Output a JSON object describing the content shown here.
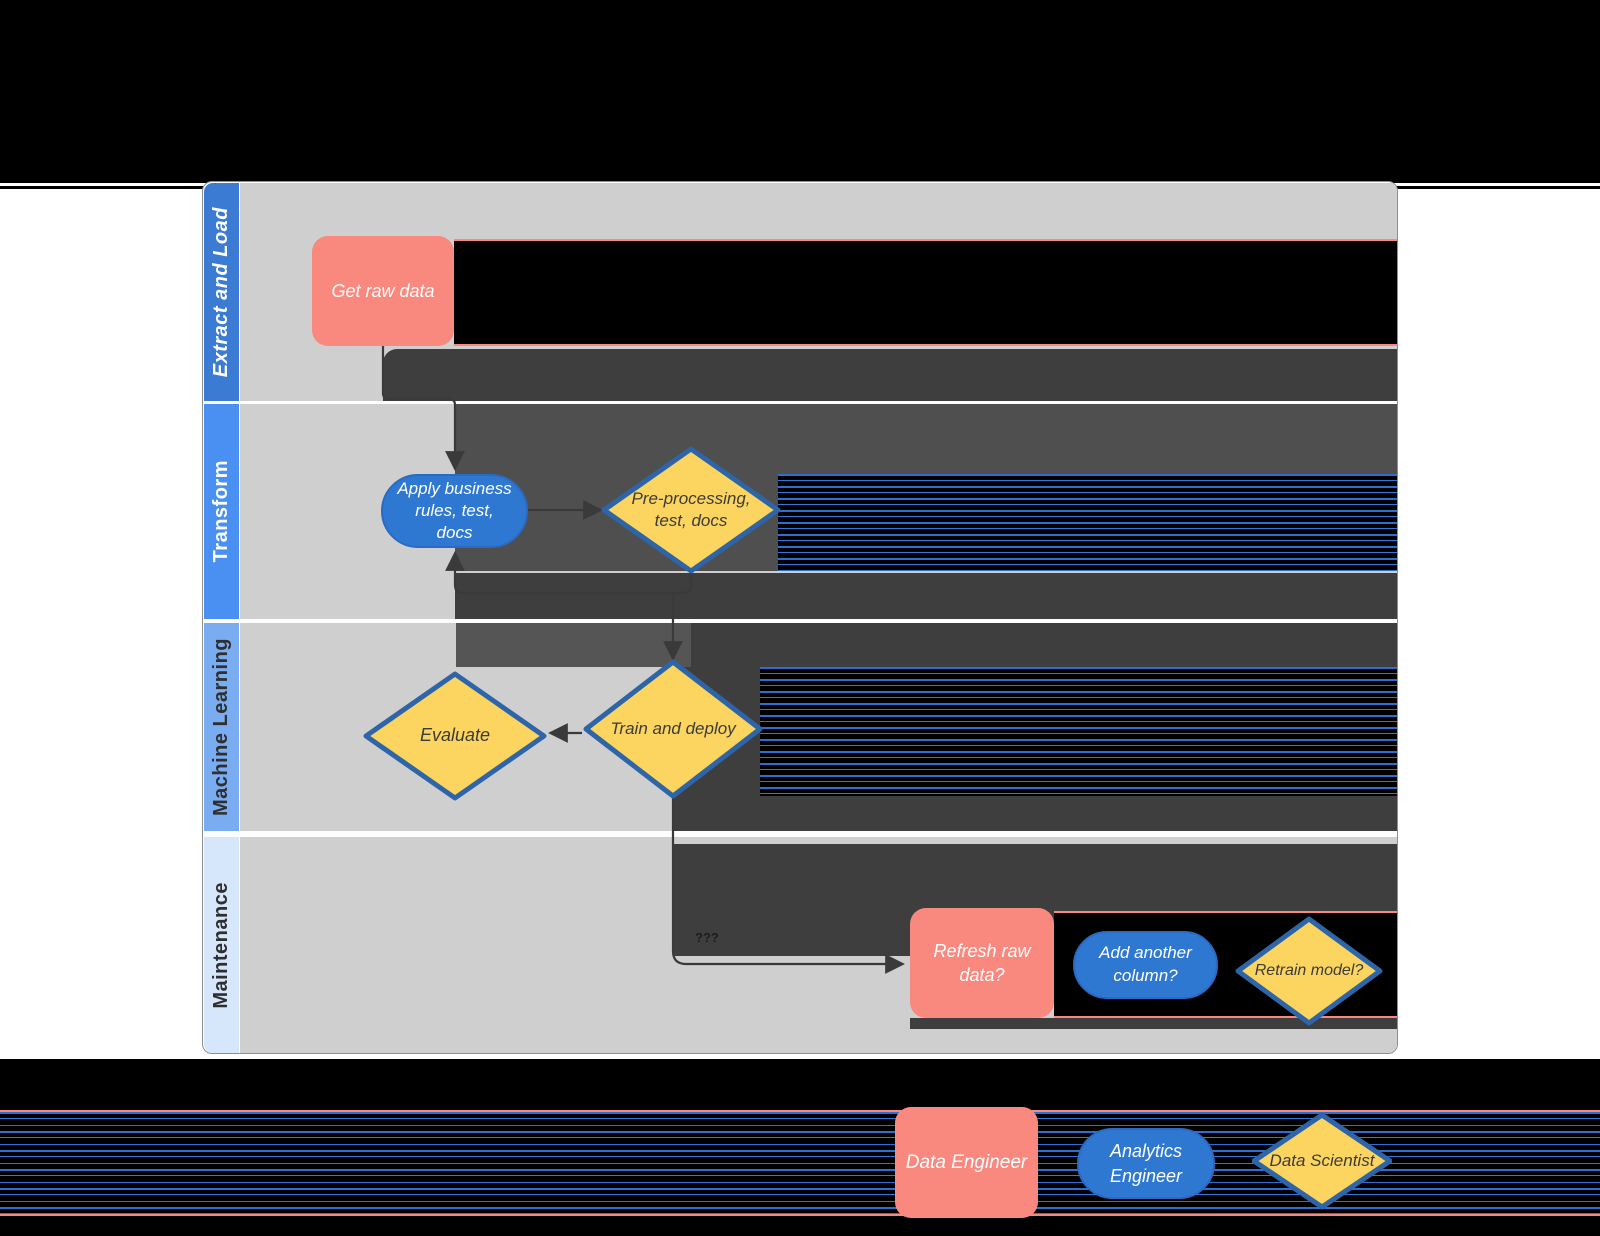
{
  "lanes": [
    {
      "label": "Extract and Load"
    },
    {
      "label": "Transform"
    },
    {
      "label": "Machine Learning"
    },
    {
      "label": "Maintenance"
    }
  ],
  "nodes": {
    "get_raw_data": {
      "label": "Get raw data"
    },
    "apply_rules": {
      "label": "Apply business\nrules, test,\ndocs"
    },
    "preprocessing": {
      "label": "Pre-processing,\ntest, docs"
    },
    "evaluate": {
      "label": "Evaluate"
    },
    "train_deploy": {
      "label": "Train and deploy"
    },
    "refresh_raw": {
      "label": "Refresh raw\ndata?"
    },
    "add_column": {
      "label": "Add another\ncolumn?"
    },
    "retrain": {
      "label": "Retrain model?"
    }
  },
  "edges": {
    "maintenance_edge_label": "???"
  },
  "legend": {
    "data_engineer": {
      "label": "Data Engineer"
    },
    "analytics_engineer": {
      "label": "Analytics\nEngineer"
    },
    "data_scientist": {
      "label": "Data Scientist"
    }
  },
  "colors": {
    "process_fill": "#F9897E",
    "pill_fill": "#2E78D2",
    "diamond_fill": "#FBD560",
    "diamond_border": "#2E64A8",
    "lane_extract_load": "#3C7BD4",
    "lane_transform": "#4A8FF2",
    "lane_machine_learning": "#79ACF1",
    "lane_maintenance": "#D6E6FB",
    "lane_content_bg": "#CFCFCF",
    "band_dark": "#3E3E3E",
    "band_mid": "#4F4F4F",
    "background_black": "#000000",
    "arrow": "#3A3A3A"
  }
}
